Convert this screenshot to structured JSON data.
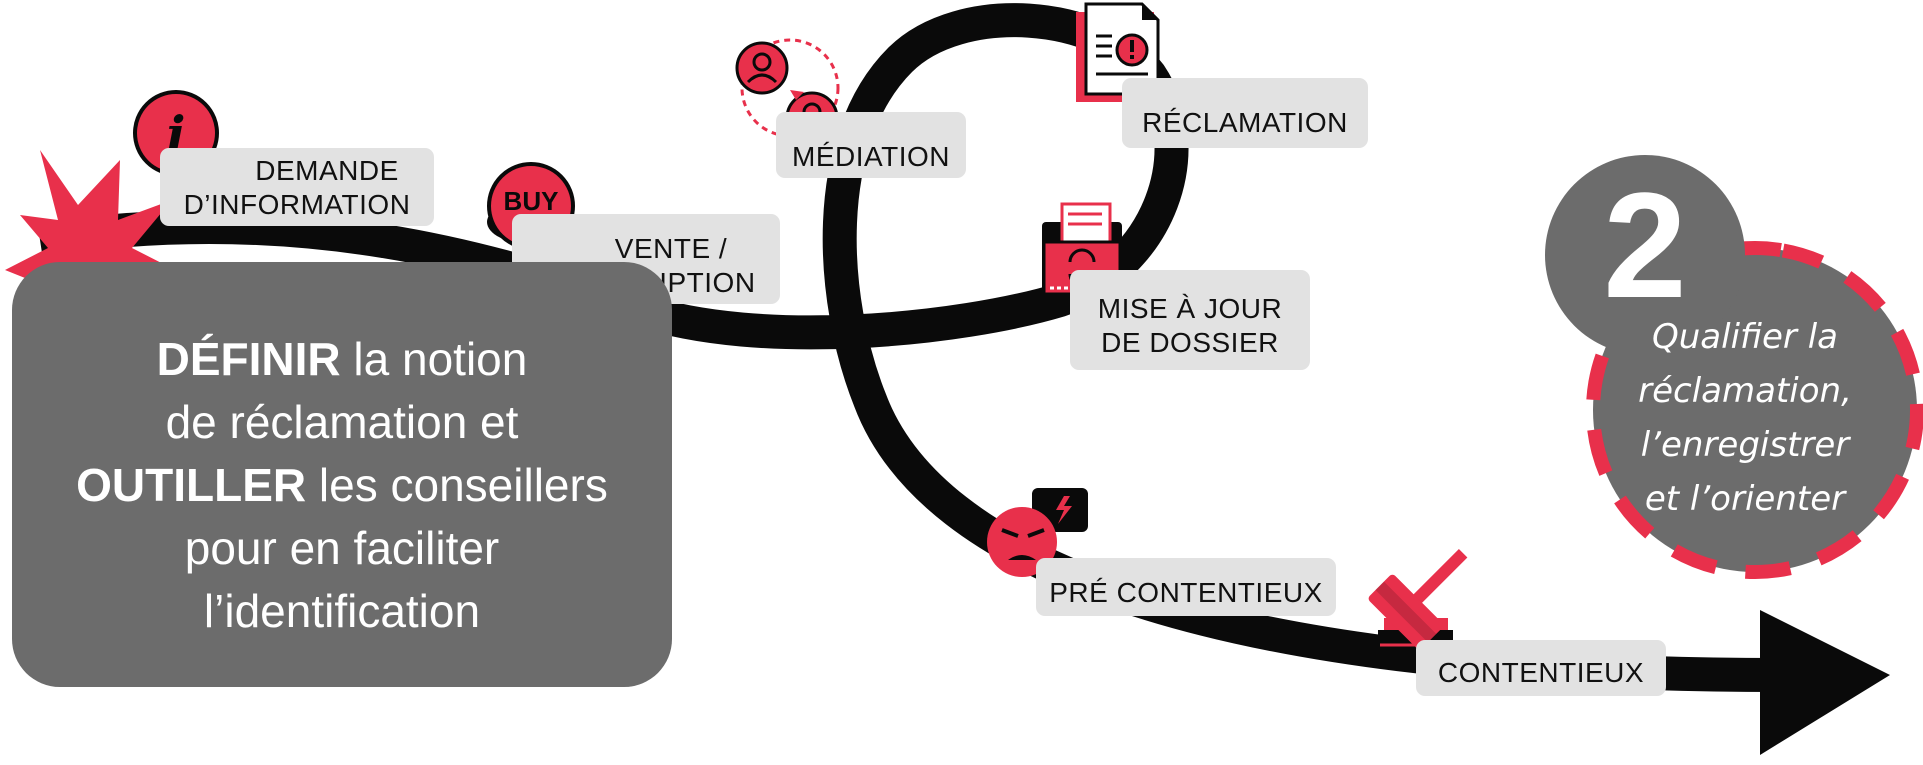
{
  "colors": {
    "accent": "#e8304b",
    "dark": "#0a0a0a",
    "grey_box": "#6c6c6c",
    "label_bg": "#e2e2e2"
  },
  "main_box": {
    "word1": "DÉFINIR",
    "text1": " la notion",
    "line2": "de réclamation et",
    "word2": "OUTILLER",
    "text3": " les conseillers",
    "line4": "pour en faciliter",
    "line5": "l’identification"
  },
  "steps": [
    {
      "id": "demande-information",
      "lines": [
        "DEMANDE",
        "D’INFORMATION"
      ],
      "icon": "info-icon"
    },
    {
      "id": "vente-souscription",
      "lines": [
        "VENTE /",
        "SOUSCRIPTION"
      ],
      "icon": "buy-button-icon",
      "icon_text": "BUY"
    },
    {
      "id": "mediation",
      "lines": [
        "MÉDIATION"
      ],
      "icon": "mediation-people-icon"
    },
    {
      "id": "reclamation",
      "lines": [
        "RÉCLAMATION"
      ],
      "icon": "complaint-document-icon"
    },
    {
      "id": "mise-a-jour-dossier",
      "lines": [
        "MISE À JOUR",
        "DE DOSSIER"
      ],
      "icon": "folder-update-icon"
    },
    {
      "id": "pre-contentieux",
      "lines": [
        "PRÉ CONTENTIEUX"
      ],
      "icon": "angry-face-icon"
    },
    {
      "id": "contentieux",
      "lines": [
        "CONTENTIEUX"
      ],
      "icon": "gavel-icon"
    }
  ],
  "step_badge": {
    "number": "2",
    "lines": [
      "Qualifier la",
      "réclamation,",
      "l’enregistrer",
      "et l’orienter"
    ]
  }
}
